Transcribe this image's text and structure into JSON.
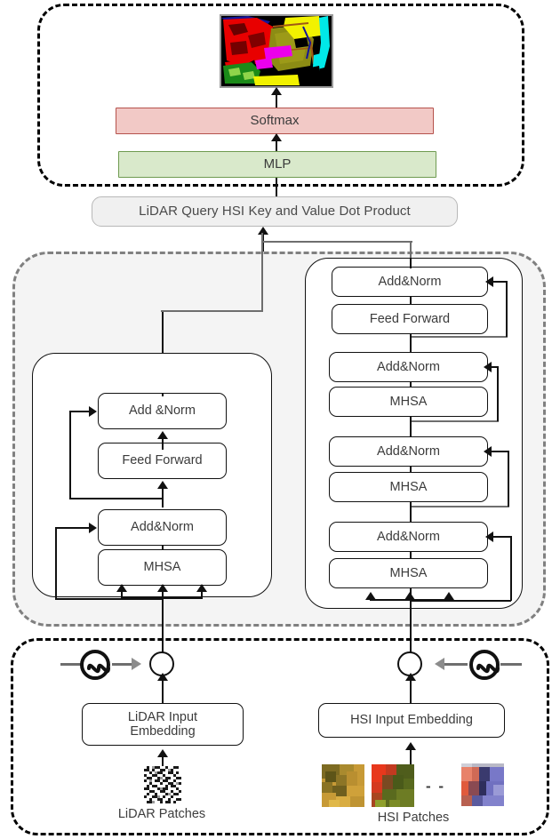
{
  "diagram": {
    "title": "LiDAR-HSI Cross-Attention Transformer Architecture",
    "output_section": {
      "name": "classification-output-panel",
      "classification_map_label": "classification-map",
      "softmax_label": "Softmax",
      "mlp_label": "MLP",
      "softmax_fill": "#f2c9c6",
      "softmax_border": "#b5524c",
      "mlp_fill": "#d9e9cb",
      "mlp_border": "#6f9b51"
    },
    "fusion": {
      "label": "LiDAR Query  HSI Key and Value  Dot Product",
      "fill": "#f0f0f0"
    },
    "encoder_section": {
      "panel_fill": "#f4f4f4",
      "panel_border": "#808080",
      "lidar_branch": {
        "name": "lidar-encoder",
        "blocks": [
          {
            "label": "Add &Norm"
          },
          {
            "label": "Feed Forward"
          },
          {
            "label": "Add&Norm"
          },
          {
            "label": "MHSA"
          }
        ]
      },
      "hsi_branch": {
        "name": "hsi-encoder",
        "blocks": [
          {
            "label": "Add&Norm"
          },
          {
            "label": "Feed Forward"
          },
          {
            "label": "Add&Norm"
          },
          {
            "label": "MHSA"
          },
          {
            "label": "Add&Norm"
          },
          {
            "label": "MHSA"
          },
          {
            "label": "Add&Norm"
          },
          {
            "label": "MHSA"
          }
        ]
      }
    },
    "input_section": {
      "name": "input-embedding-panel",
      "lidar": {
        "embedding_label": "LiDAR Input Embedding",
        "embedding_line1": "LiDAR Input",
        "embedding_line2": "Embedding",
        "patches_caption": "LiDAR Patches",
        "positional_encoding_icon": "sine-wave-icon",
        "sum_node_icon": "sum-node-icon"
      },
      "hsi": {
        "embedding_label": "HSI Input Embedding",
        "patches_caption": "HSI Patches",
        "patch_ellipsis": "- -",
        "positional_encoding_icon": "sine-wave-icon",
        "sum_node_icon": "sum-node-icon"
      }
    }
  },
  "colors": {
    "stroke": "#111111",
    "gray_stroke": "#6e6e6e",
    "panel_bg": "#f4f4f4",
    "text": "#3d3d3d"
  }
}
